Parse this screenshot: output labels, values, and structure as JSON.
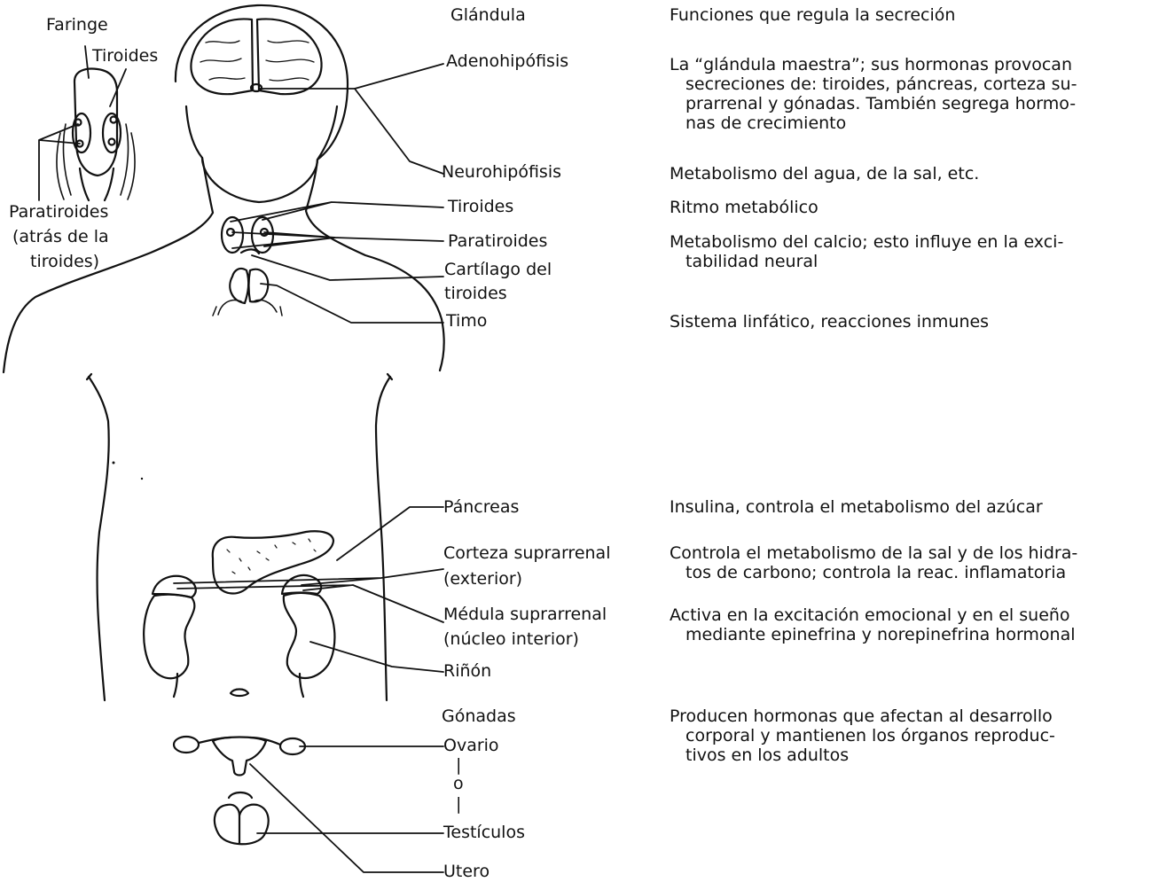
{
  "inset": {
    "faringe": "Faringe",
    "tiroides": "Tiroides",
    "paratiroides": "Paratiroides",
    "paratiroides_note_1": "(atrás de la",
    "paratiroides_note_2": "tiroides)"
  },
  "headers": {
    "gland": "Glándula",
    "functions": "Funciones que regula la secreción"
  },
  "glands": {
    "adenohipofisis": "Adenohipófisis",
    "neurohipofisis": "Neurohipófisis",
    "tiroides": "Tiroides",
    "paratiroides": "Paratiroides",
    "cartilago_1": "Cartílago del",
    "cartilago_2": "tiroides",
    "timo": "Timo",
    "pancreas": "Páncreas",
    "corteza_1": "Corteza suprarrenal",
    "corteza_2": "(exterior)",
    "medula_1": "Médula suprarrenal",
    "medula_2": "(núcleo interior)",
    "rinon": "Riñón",
    "gonadas": "Gónadas",
    "ovario": "Ovario",
    "or_bar_1": "|",
    "or_word": "o",
    "or_bar_2": "|",
    "testiculos": "Testículos",
    "utero": "Utero"
  },
  "functions": {
    "adenohipofisis": [
      "La “glándula maestra”; sus hormonas provocan",
      "secreciones de: tiroides, páncreas, corteza su-",
      "prarrenal y gónadas. También segrega hormo-",
      "nas de crecimiento"
    ],
    "neurohipofisis": [
      "Metabolismo del agua, de la sal, etc."
    ],
    "tiroides": [
      "Ritmo metabólico"
    ],
    "paratiroides": [
      "Metabolismo del calcio; esto influye en la exci-",
      "tabilidad neural"
    ],
    "timo": [
      "Sistema linfático, reacciones inmunes"
    ],
    "pancreas": [
      "Insulina, controla el metabolismo del azúcar"
    ],
    "corteza": [
      "Controla el metabolismo de la sal y de los hidra-",
      "tos de carbono; controla la reac. inflamatoria"
    ],
    "medula": [
      "Activa en la excitación emocional y en el sueño",
      "mediante epinefrina y norepinefrina hormonal"
    ],
    "gonadas": [
      "Producen hormonas que afectan al desarrollo",
      "corporal y mantienen los órganos reproduc-",
      "tivos en los adultos"
    ]
  }
}
